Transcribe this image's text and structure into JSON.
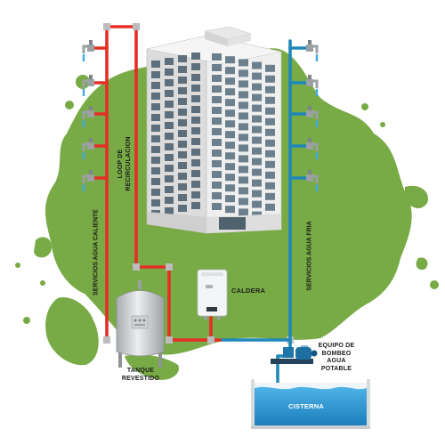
{
  "labels": {
    "hot_services": "SERVICIOS AGUA CALIENTE",
    "loop_line1": "LOOP DE",
    "loop_line2": "RECIRCULACION",
    "cold_services": "SERVICIOS AGUA FRIA",
    "boiler": "CALDERA",
    "tank_line1": "TANQUE",
    "tank_line2": "REVESTIDO",
    "pump_line1": "EQUIPO DE",
    "pump_line2": "BOMBEO",
    "pump_line3": "AGUA",
    "pump_line4": "POTABLE",
    "cistern": "CISTERNA"
  },
  "colors": {
    "background_blob": "#78ab45",
    "hot_pipe": "#e52e26",
    "cold_pipe": "#1f88ba",
    "water": "#2b9ad3",
    "building_wall": "#e2e2e2",
    "window": "#5d6f7c"
  },
  "icons": {
    "faucet": "faucet-icon",
    "building": "building-icon",
    "tank": "water-tank-icon",
    "boiler": "boiler-icon",
    "pump": "pump-icon",
    "cistern": "cistern-icon"
  }
}
